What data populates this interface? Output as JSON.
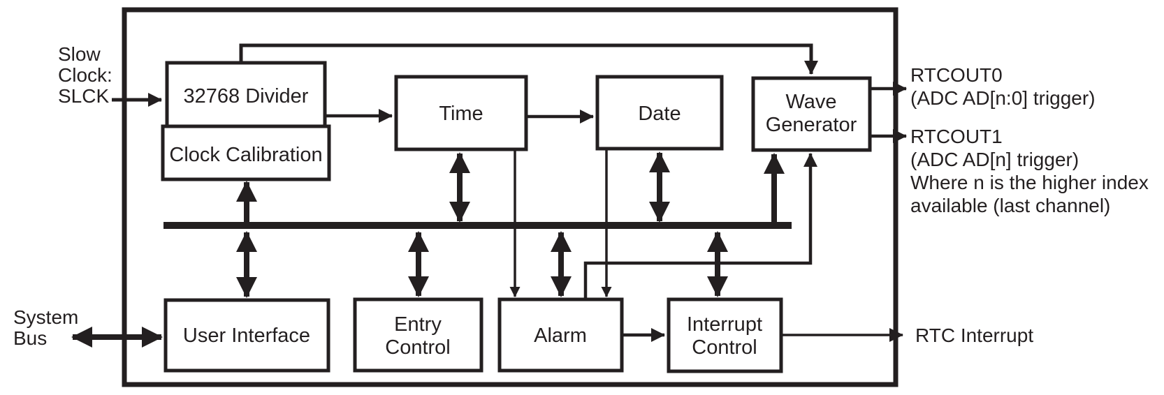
{
  "colors": {
    "ink": "#231f20",
    "background": "#ffffff"
  },
  "blocks": {
    "divider": "32768 Divider",
    "clock_calibration": "Clock Calibration",
    "time": "Time",
    "date": "Date",
    "wave_generator": [
      "Wave",
      "Generator"
    ],
    "user_interface": "User Interface",
    "entry_control": [
      "Entry",
      "Control"
    ],
    "alarm": "Alarm",
    "interrupt_control": [
      "Interrupt",
      "Control"
    ]
  },
  "inputs": {
    "slow_clock": [
      "Slow",
      "Clock:",
      "SLCK"
    ],
    "system_bus": [
      "System",
      "Bus"
    ]
  },
  "outputs": {
    "rtcout0": [
      "RTCOUT0",
      "(ADC AD[n:0] trigger)"
    ],
    "rtcout1": [
      "RTCOUT1",
      "(ADC AD[n] trigger)",
      "Where n is the higher index",
      "available (last channel)"
    ],
    "rtc_interrupt": "RTC Interrupt"
  }
}
